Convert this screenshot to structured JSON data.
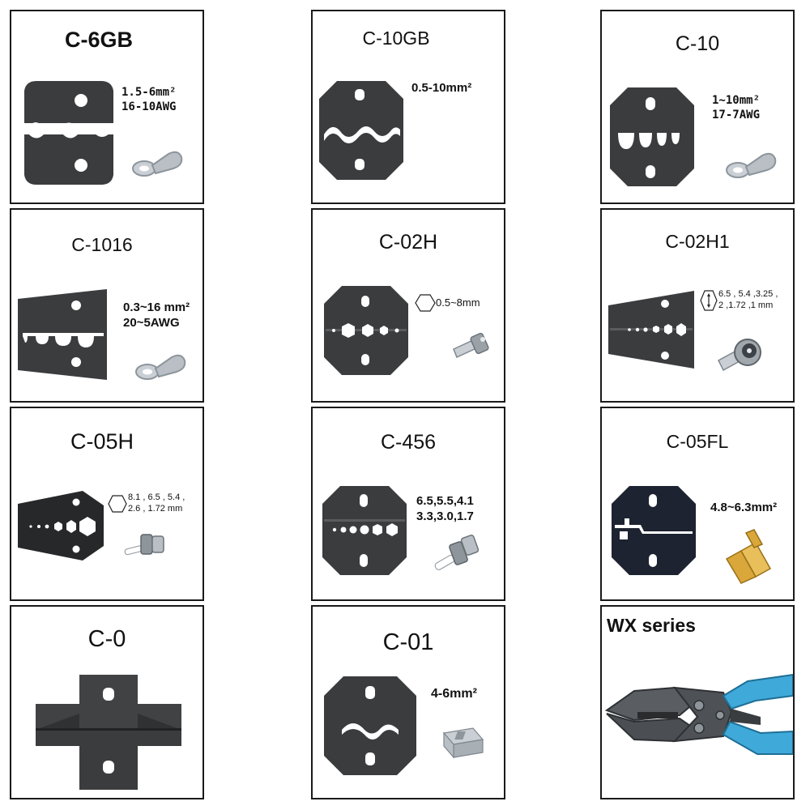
{
  "cells": [
    {
      "title": "C-6GB",
      "spec": [
        "1.5-6mm²",
        "16-10AWG"
      ]
    },
    {
      "title": "C-10GB",
      "spec": [
        "0.5-10mm²"
      ]
    },
    {
      "title": "C-10",
      "spec": [
        "1~10mm²",
        "17-7AWG"
      ]
    },
    {
      "title": "C-1016",
      "spec": [
        "0.3~16 mm²",
        "20~5AWG"
      ]
    },
    {
      "title": "C-02H",
      "spec": [
        "0.5~8mm"
      ]
    },
    {
      "title": "C-02H1",
      "spec": [
        "6.5 , 5.4 ,3.25 ,",
        "2 ,1.72 ,1 mm"
      ]
    },
    {
      "title": "C-05H",
      "spec": [
        "8.1 , 6.5 , 5.4 ,",
        "2.6 , 1.72 mm"
      ]
    },
    {
      "title": "C-456",
      "spec": [
        "6.5,5.5,4.1",
        "3.3,3.0,1.7"
      ]
    },
    {
      "title": "C-05FL",
      "spec": [
        "4.8~6.3mm²"
      ]
    },
    {
      "title": "C-0",
      "spec": []
    },
    {
      "title": "C-01",
      "spec": [
        "4-6mm²"
      ]
    },
    {
      "title": "WX series",
      "spec": []
    }
  ],
  "colors": {
    "die": "#3a3c3e",
    "die_dark": "#26282a",
    "die_blue": "#1d2330",
    "border": "#1a1a1a",
    "handle_blue": "#3fa9d9",
    "metal": "#b9bfc4",
    "brass": "#d9a73a"
  }
}
